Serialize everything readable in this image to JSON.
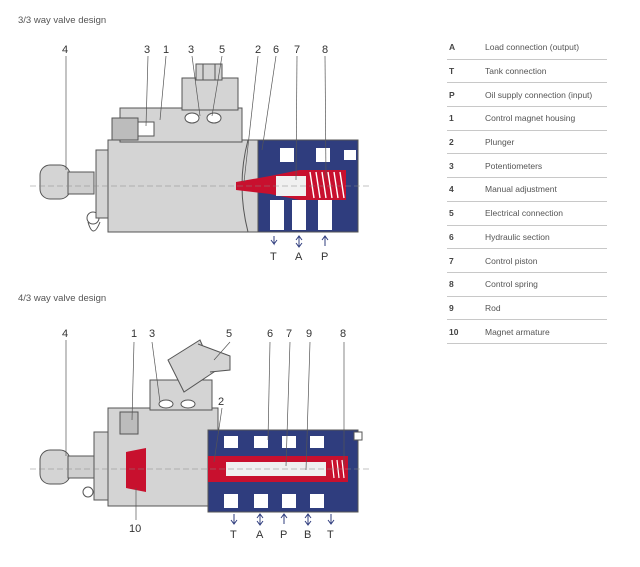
{
  "sections": {
    "valve_33": {
      "title": "3/3 way valve design",
      "callouts": [
        "4",
        "3",
        "1",
        "3",
        "5",
        "2",
        "6",
        "7",
        "8"
      ],
      "ports": [
        "T",
        "A",
        "P"
      ]
    },
    "valve_43": {
      "title": "4/3 way valve design",
      "callouts": [
        "4",
        "1",
        "3",
        "5",
        "6",
        "7",
        "9",
        "8",
        "2",
        "10"
      ],
      "ports": [
        "T",
        "A",
        "P",
        "B",
        "T"
      ]
    }
  },
  "legend": [
    {
      "key": "A",
      "desc": "Load connection (output)"
    },
    {
      "key": "T",
      "desc": "Tank connection"
    },
    {
      "key": "P",
      "desc": "Oil supply connection (input)"
    },
    {
      "key": "1",
      "desc": "Control magnet housing"
    },
    {
      "key": "2",
      "desc": "Plunger"
    },
    {
      "key": "3",
      "desc": "Potentiometers"
    },
    {
      "key": "4",
      "desc": "Manual adjustment"
    },
    {
      "key": "5",
      "desc": "Electrical connection"
    },
    {
      "key": "6",
      "desc": "Hydraulic section"
    },
    {
      "key": "7",
      "desc": "Control piston"
    },
    {
      "key": "8",
      "desc": "Control spring"
    },
    {
      "key": "9",
      "desc": "Rod"
    },
    {
      "key": "10",
      "desc": "Magnet armature"
    }
  ],
  "colors": {
    "hydraulic_blue": "#2f3d7e",
    "piston_red": "#c8102e",
    "housing_grey": "#d4d4d4",
    "outline": "#555555"
  }
}
